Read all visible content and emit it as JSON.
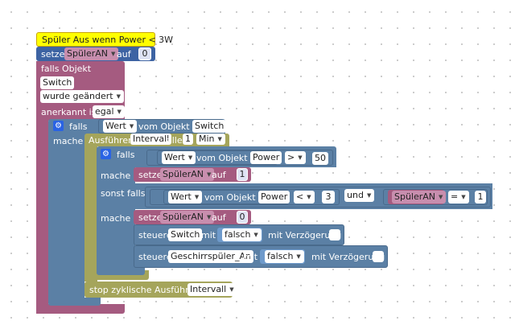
{
  "trigger_block": {
    "label": "Spüler Aus wenn Power < 3W"
  },
  "set_top": {
    "setze": "setze",
    "var": "SpülerAN",
    "auf": "auf",
    "value": "0"
  },
  "falls_objekt": {
    "label": "falls Objekt",
    "object": "Switch",
    "condition": "wurde geändert",
    "ack_label": "anerkannt ist",
    "ack_value": "egal"
  },
  "outer_if": {
    "falls": "falls",
    "mache": "mache",
    "wert": "Wert",
    "vom": "vom Objekt ID",
    "object": "Switch"
  },
  "schedule": {
    "label": "Ausführen",
    "name": "Intervall",
    "alle": "alle",
    "count": "1",
    "unit": "Min"
  },
  "inner_if": {
    "falls": "falls",
    "mache": "mache",
    "sonst": "sonst falls",
    "cond1": {
      "wert": "Wert",
      "vom": "vom Objekt ID",
      "object": "Power",
      "op": ">",
      "value": "50"
    },
    "set1": {
      "setze": "setze",
      "var": "SpülerAN",
      "auf": "auf",
      "value": "1"
    },
    "cond2": {
      "wert": "Wert",
      "vom": "vom Objekt ID",
      "object": "Power",
      "op": "<",
      "value": "3",
      "und": "und",
      "var": "SpülerAN",
      "eq": "=",
      "eqval": "1"
    },
    "set2": {
      "setze": "setze",
      "var": "SpülerAN",
      "auf": "auf",
      "value": "0"
    },
    "ctrl1": {
      "steuere": "steuere",
      "object": "Switch",
      "mit": "mit",
      "value": "falsch",
      "delay": "mit Verzögerung"
    },
    "ctrl2": {
      "steuere": "steuere",
      "object": "Geschirrspüler_An",
      "mit": "mit",
      "value": "falsch",
      "delay": "mit Verzögerung"
    }
  },
  "stop": {
    "label": "stop zyklische Ausführung",
    "name": "Intervall"
  },
  "colors": {
    "pink": "#a55b80",
    "blue": "#5b80a5",
    "olive": "#a5a55b",
    "yellow": "#ffff00",
    "gear": "#2a63e4"
  },
  "icons": [
    "gear-icon",
    "dropdown-arrow-icon",
    "checkbox-icon"
  ]
}
